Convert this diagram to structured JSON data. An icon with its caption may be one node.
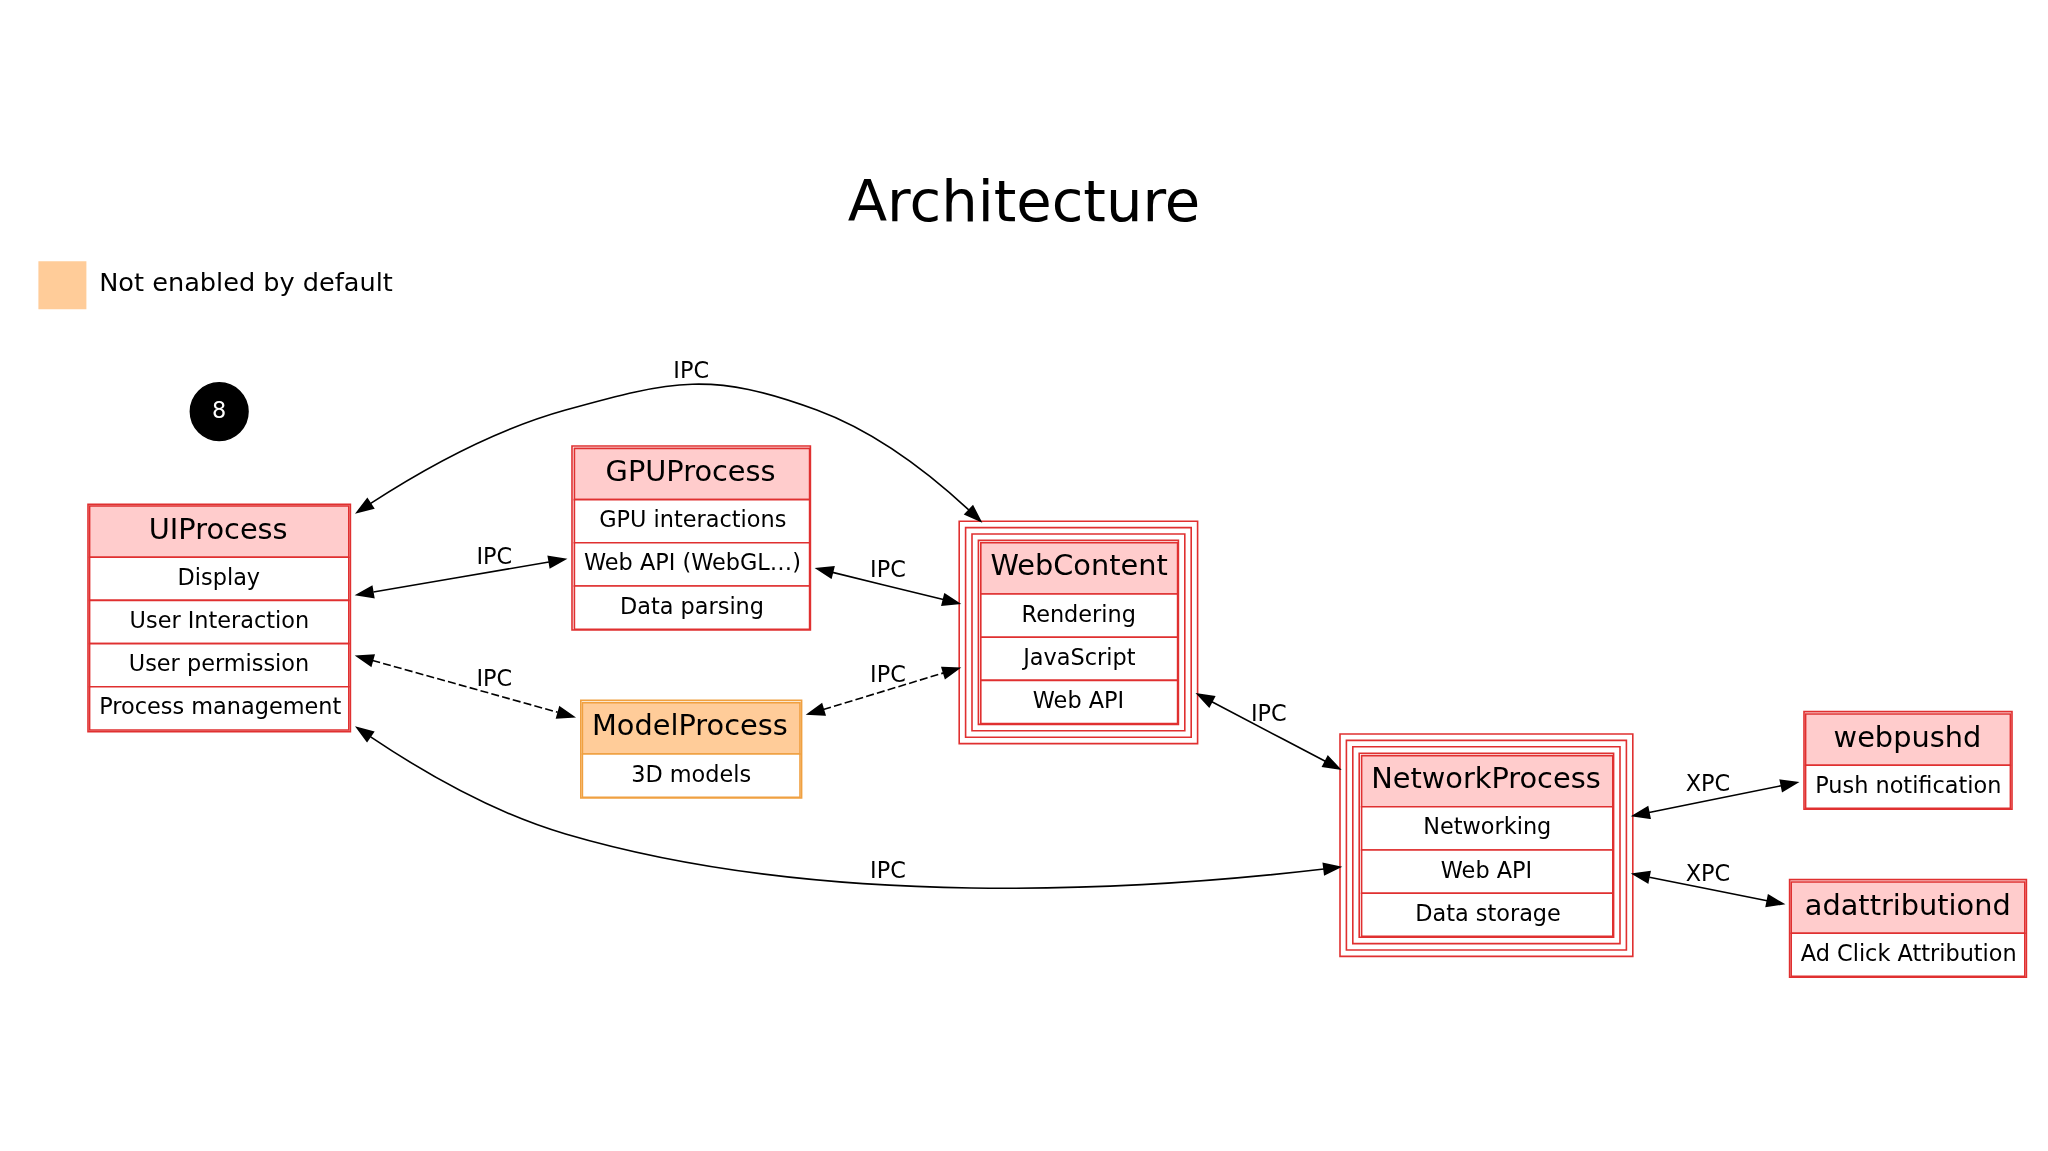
{
  "diagram": {
    "title": "Architecture",
    "nodes": [
      {
        "text": [
          "UIProcess",
          "Display",
          "User Interaction",
          "User permission",
          "Process management"
        ]
      },
      {
        "text": [
          "GPUProcess",
          "GPU interactions",
          "Web API (WebGL…)",
          "Data parsing"
        ]
      },
      {
        "text": [
          "ModelProcess",
          "3D models"
        ]
      },
      {
        "text": [
          "NetworkProcess",
          "Networking",
          "Web API",
          "Data storage"
        ]
      },
      {
        "text": [
          "WebContent",
          "Rendering",
          "JavaScript",
          "Web API"
        ]
      },
      {
        "text": [
          "webpushd",
          "Push notification"
        ]
      },
      {
        "text": [
          "adattributiond",
          "Ad Click Attribution"
        ]
      },
      {
        "text": [
          "8"
        ]
      }
    ],
    "edges": [
      {
        "from": 0,
        "to": 2,
        "arrow": "both",
        "label": "IPC",
        "style": "dashed"
      },
      {
        "from": 0,
        "to": 1,
        "arrow": "both",
        "label": "IPC"
      },
      {
        "from": 0,
        "to": 3,
        "arrow": "both",
        "label": "IPC"
      },
      {
        "from": 0,
        "to": 4,
        "arrow": "both",
        "label": "IPC"
      },
      {
        "from": 1,
        "to": 4,
        "arrow": "both",
        "label": "IPC"
      },
      {
        "from": 2,
        "to": 4,
        "arrow": "both",
        "label": "IPC",
        "style": "dashed"
      },
      {
        "from": 4,
        "to": 3,
        "arrow": "both",
        "label": "IPC"
      },
      {
        "from": 3,
        "to": 5,
        "arrow": "both",
        "label": "XPC"
      },
      {
        "from": 3,
        "to": 6,
        "arrow": "both",
        "label": "XPC"
      }
    ],
    "legend": [
      {
        "text": "Not enabled by default",
        "color": "#ffcc99"
      }
    ]
  }
}
